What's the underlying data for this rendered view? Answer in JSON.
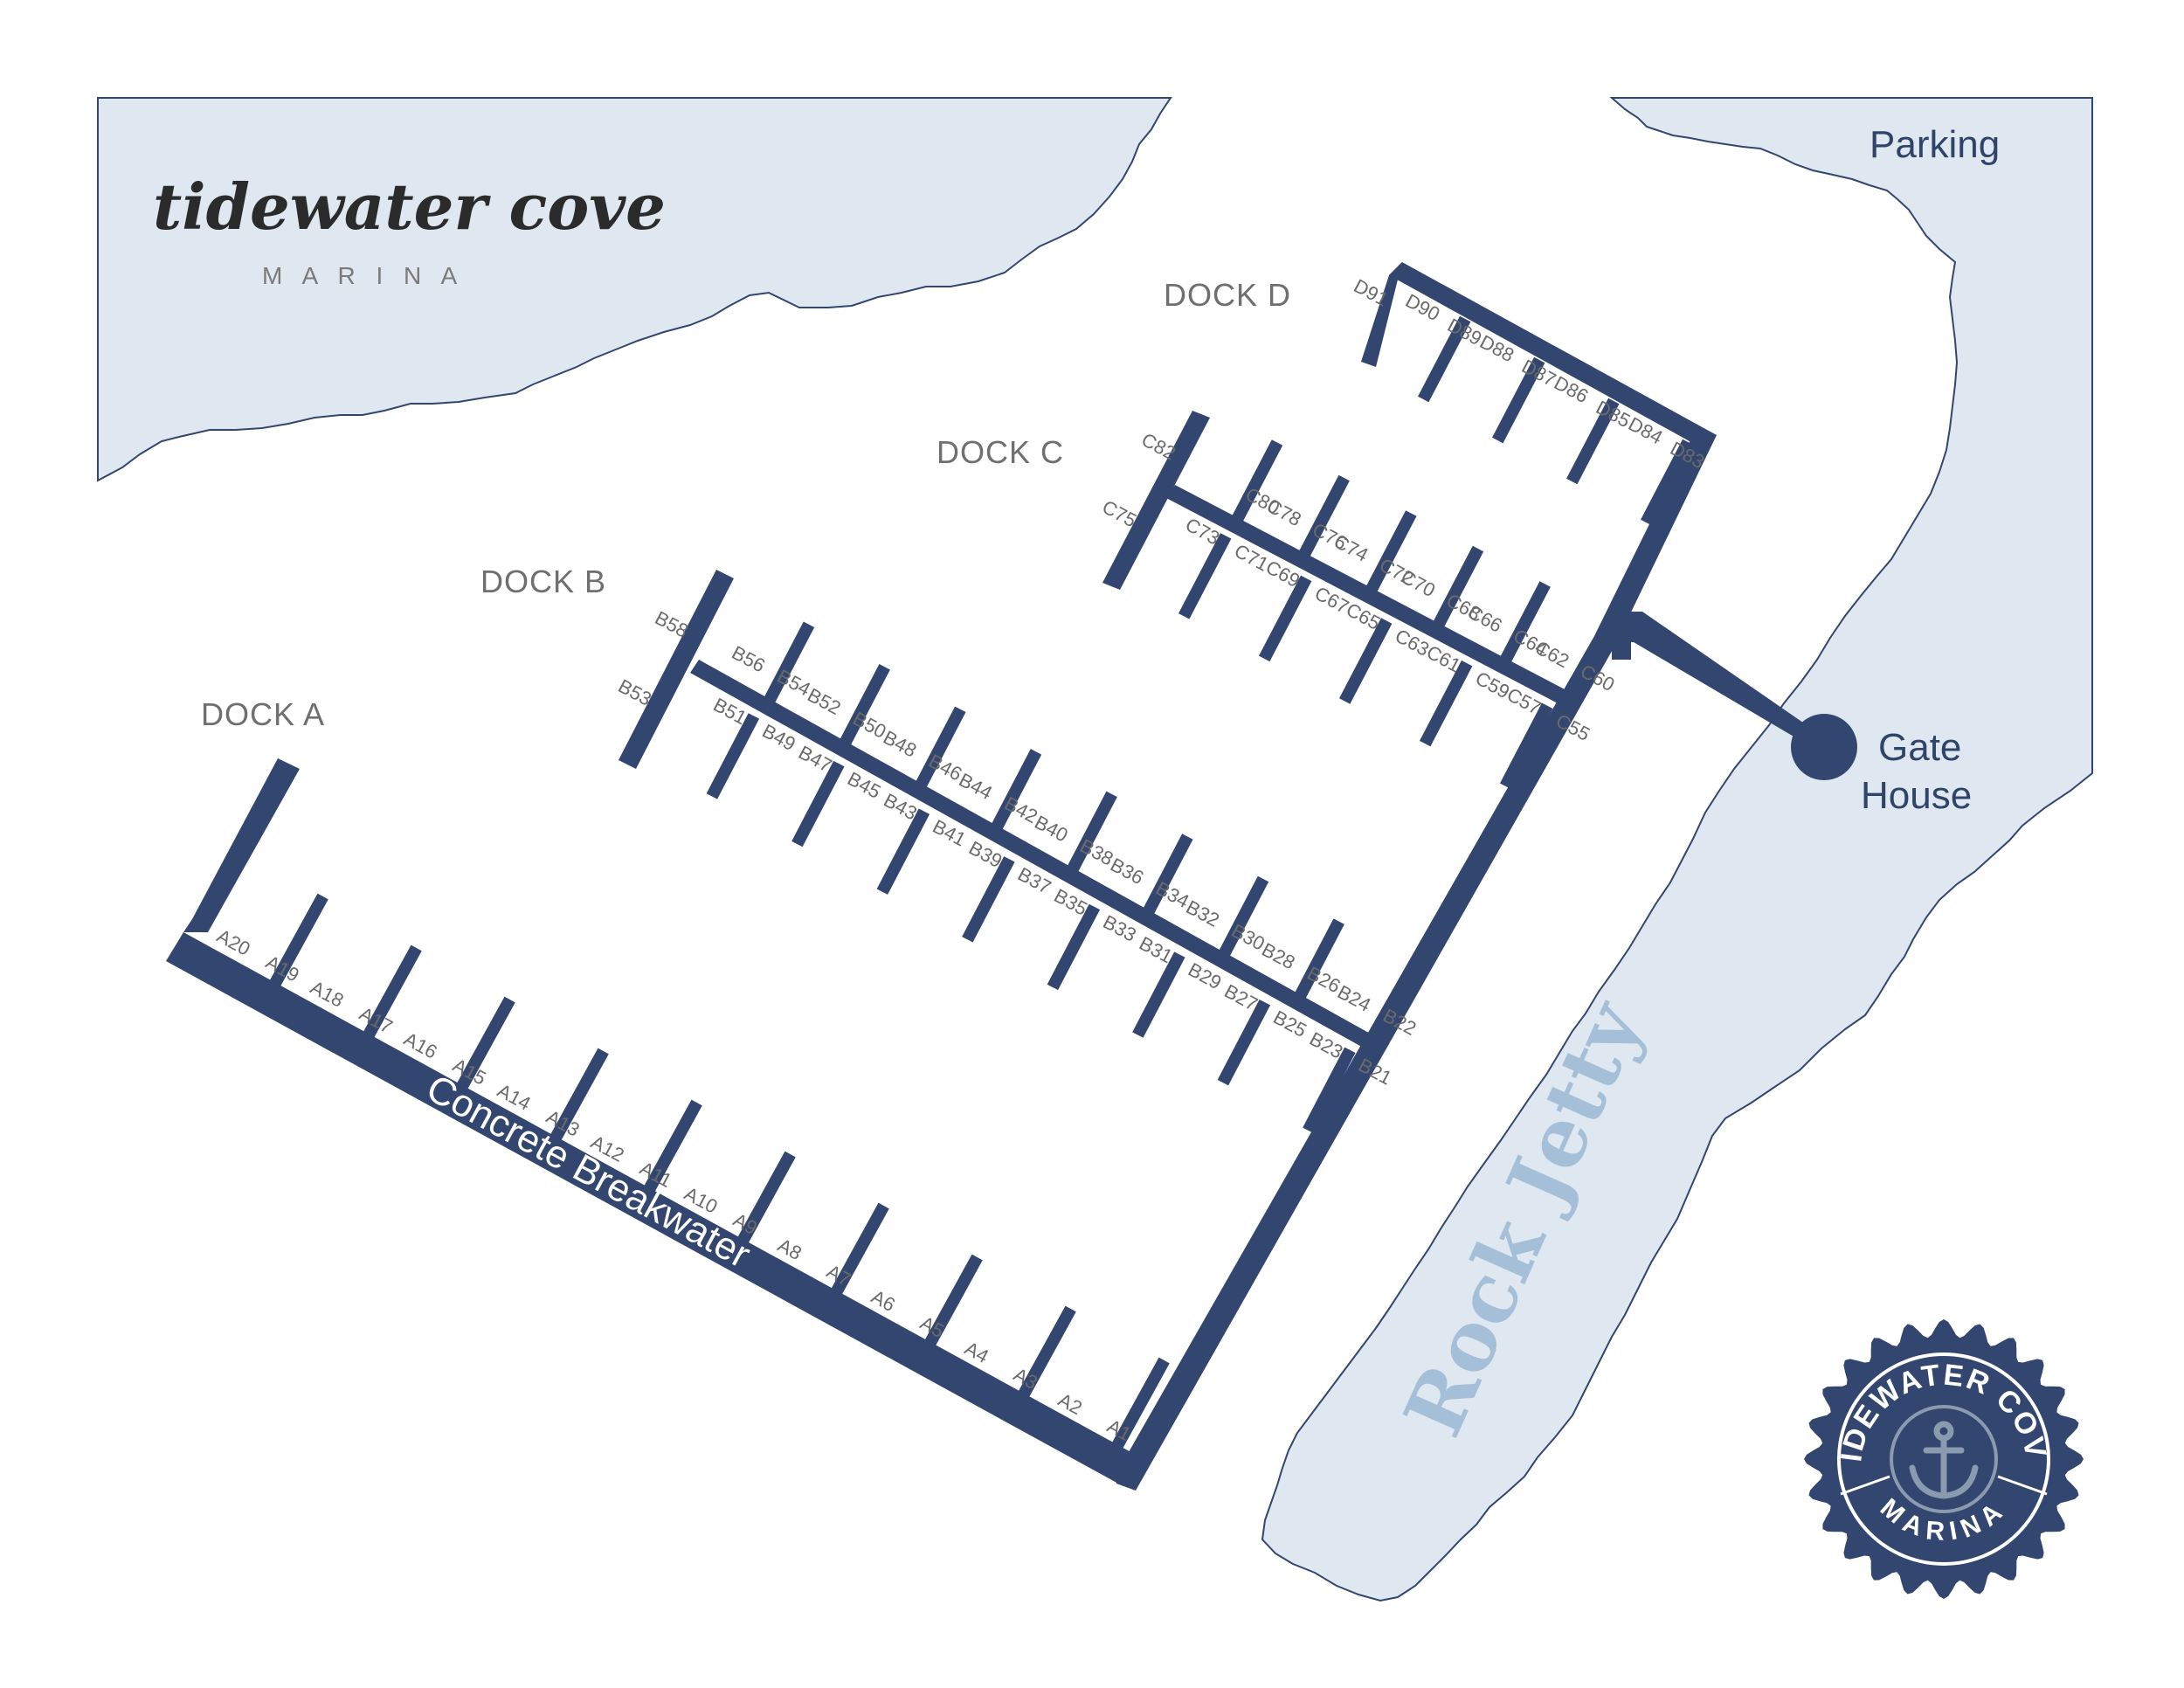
{
  "brand": {
    "script_name": "tidewater cove",
    "sub_name": "M A R I N A"
  },
  "badge": {
    "top_text": "TIDEWATER COVE",
    "bottom_text": "MARINA"
  },
  "labels": {
    "parking": "Parking",
    "gate_house_line1": "Gate",
    "gate_house_line2": "House",
    "rock_jetty": "Rock Jetty",
    "breakwater": "Concrete Breakwater"
  },
  "docks": {
    "a": {
      "name": "DOCK A",
      "slips": [
        "A1",
        "A2",
        "A3",
        "A4",
        "A5",
        "A6",
        "A7",
        "A8",
        "A9",
        "A10",
        "A11",
        "A12",
        "A13",
        "A14",
        "A15",
        "A16",
        "A17",
        "A18",
        "A19",
        "A20"
      ]
    },
    "b": {
      "name": "DOCK B",
      "slips_top": [
        "B22",
        "B24",
        "B26",
        "B28",
        "B30",
        "B32",
        "B34",
        "B36",
        "B38",
        "B40",
        "B42",
        "B44",
        "B46",
        "B48",
        "B50",
        "B52",
        "B54",
        "B56"
      ],
      "slips_bottom": [
        "B21",
        "B23",
        "B25",
        "B27",
        "B29",
        "B31",
        "B33",
        "B35",
        "B37",
        "B39",
        "B41",
        "B43",
        "B45",
        "B47",
        "B49",
        "B51"
      ],
      "end_slips": [
        "B58",
        "B53"
      ]
    },
    "c": {
      "name": "DOCK C",
      "slips_top": [
        "C60",
        "C62",
        "C64",
        "C66",
        "C68",
        "C70",
        "C72",
        "C74",
        "C76",
        "C78",
        "C80"
      ],
      "slips_bottom": [
        "C55",
        "C57",
        "C59",
        "C61",
        "C63",
        "C65",
        "C67",
        "C69",
        "C71",
        "C73"
      ],
      "end_slips": [
        "C82",
        "C75"
      ]
    },
    "d": {
      "name": "DOCK D",
      "slips": [
        "D83",
        "D84",
        "D85",
        "D86",
        "D87",
        "D88",
        "D89",
        "D90"
      ],
      "end_slips": [
        "D91"
      ]
    }
  },
  "colors": {
    "land": "#dfe8f0",
    "water": "#ffffff",
    "dock": "#33466f",
    "jetty_text": "#a6bfd8",
    "badge_fill": "#33466f",
    "badge_anchor": "#8a9bb0"
  }
}
